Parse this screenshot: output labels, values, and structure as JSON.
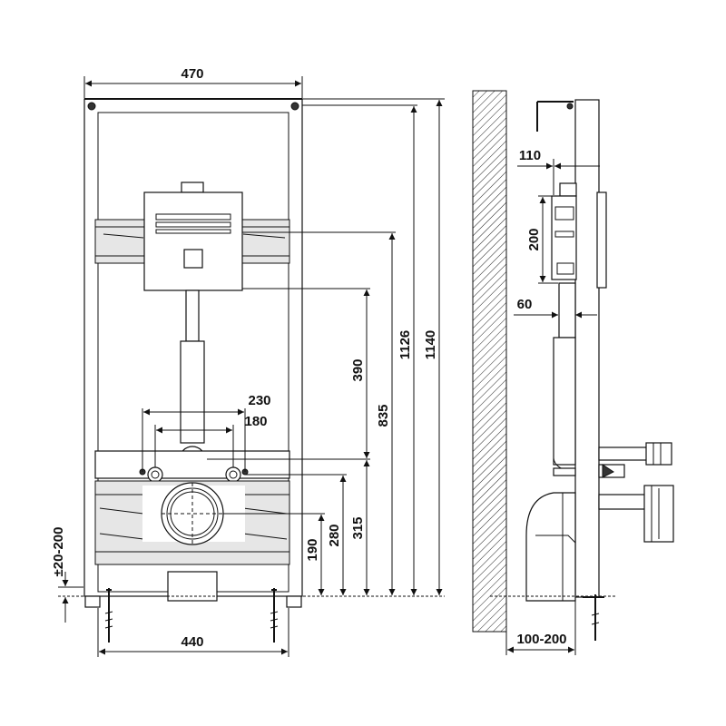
{
  "dimensions": {
    "frame_width_top": "470",
    "frame_width_bottom": "440",
    "height_total": "1140",
    "height_1126": "1126",
    "height_835": "835",
    "height_390": "390",
    "height_315": "315",
    "height_280": "280",
    "height_190": "190",
    "leg_adjust": "±20-200",
    "spacing_230": "230",
    "spacing_180": "180",
    "side_depth_110": "110",
    "side_height_200": "200",
    "side_depth_60": "60",
    "side_wall_gap": "100-200"
  }
}
